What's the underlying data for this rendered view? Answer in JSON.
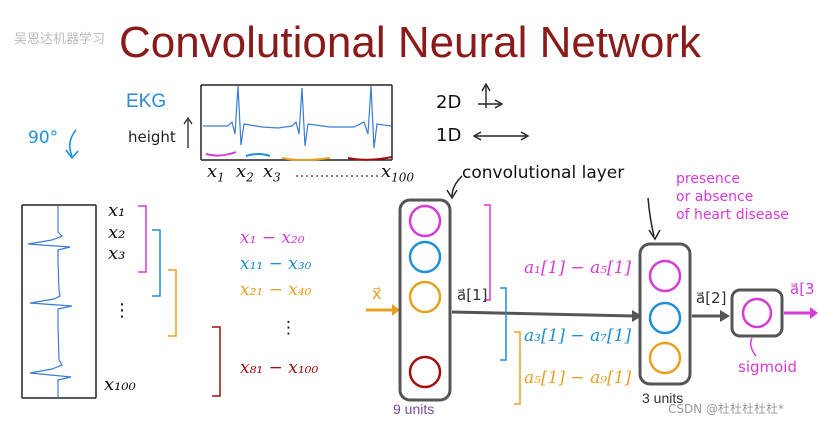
{
  "watermark_top": "吴恩达机器学习",
  "title": "Convolutional Neural Network",
  "ekg": {
    "label": "EKG",
    "ylabel": "height"
  },
  "top_inputs": {
    "x1": "x",
    "x1_sub": "1",
    "x2": "x",
    "x2_sub": "2",
    "x3": "x",
    "x3_sub": "3",
    "x100": "x",
    "x100_sub": "100"
  },
  "dims": {
    "two_d": "2D",
    "one_d": "1D"
  },
  "rotation": "90°",
  "left_inputs": {
    "x1": "x₁",
    "x2": "x₂",
    "x3": "x₃",
    "dots": "⋮",
    "x100": "x₁₀₀"
  },
  "windows": [
    {
      "text": "x₁ − x₂₀",
      "color": "#d63bd6"
    },
    {
      "text": "x₁₁ − x₃₀",
      "color": "#1f8fd6"
    },
    {
      "text": "x₂₁ − x₄₀",
      "color": "#e8a020"
    },
    {
      "text": "⋮",
      "color": "#222222"
    },
    {
      "text": "x₈₁ − x₁₀₀",
      "color": "#a01010"
    }
  ],
  "vec_x": "x⃗",
  "vec_a1": "a⃗[1]",
  "vec_a2": "a⃗[2]",
  "vec_a3": "a⃗[3",
  "conv_layer_label": "convolutional layer",
  "presence_label": [
    "presence",
    "or absence",
    "of heart disease"
  ],
  "layer1_units": "9 units",
  "layer2_units": "3 units",
  "activations": [
    {
      "text": "a₁[1] − a₅[1]",
      "color": "#d63bd6"
    },
    {
      "text": "a₃[1] − a₇[1]",
      "color": "#1f8fd6"
    },
    {
      "text": "a₅[1] − a₉[1]",
      "color": "#e8a020"
    }
  ],
  "sigmoid_label": "sigmoid",
  "watermark_bottom": "CSDN @杜杜杜杜杜*"
}
